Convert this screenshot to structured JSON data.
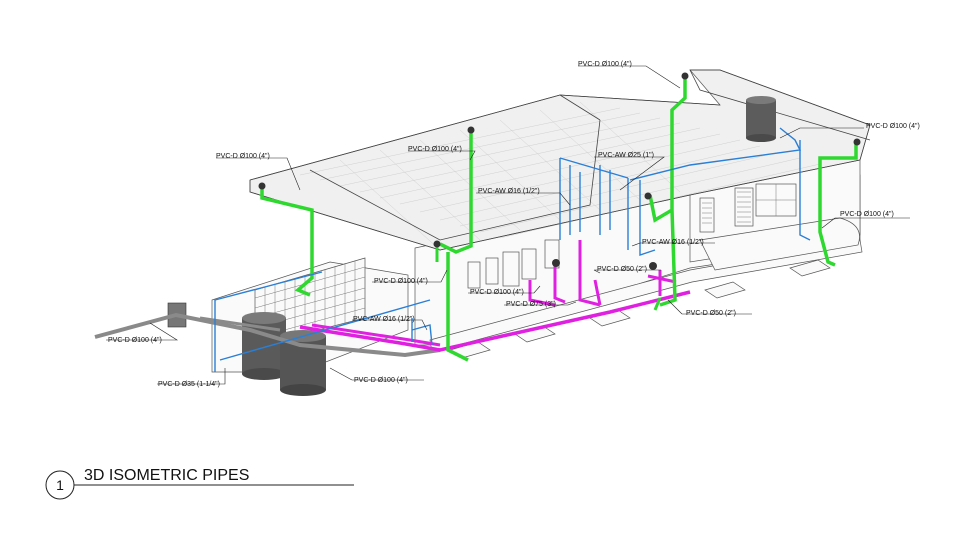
{
  "drawing": {
    "title_number": "1",
    "title": "3D ISOMETRIC PIPES"
  },
  "colors": {
    "drain_green": "#2ed82e",
    "sewer_magenta": "#e020e0",
    "water_blue": "#2a7fd6",
    "underground_gray": "#8a8a8a",
    "line_dark": "#222222"
  },
  "labels": {
    "roof_top_right": "PVC-D Ø100  (4\")",
    "roof_center": "PVC-D Ø100  (4\")",
    "roof_left": "PVC-D Ø100  (4\")",
    "aw25": "PVC-AW Ø25  (1\")",
    "aw16_top": "PVC-AW Ø16  (1/2\")",
    "far_right_top": "PVC-D Ø100  (4\")",
    "right_down": "PVC-D Ø100  (4\")",
    "aw16_right": "PVC-AW Ø16  (1/2\")",
    "d50_mid": "PVC-D Ø50  (2\")",
    "d100_left_mid": "PVC-D Ø100  (4\")",
    "d100_mid": "PVC-D Ø100  (4\")",
    "d75": "PVC-D Ø75  (3\")",
    "d50_right": "PVC-D Ø50  (2\")",
    "aw16_left": "PVC-AW Ø16  (1/2\")",
    "outlet_left": "PVC-D Ø100  (4\")",
    "d35": "PVC-D Ø35  (1-1/4\")",
    "tank_bottom": "PVC-D Ø100  (4\")"
  }
}
